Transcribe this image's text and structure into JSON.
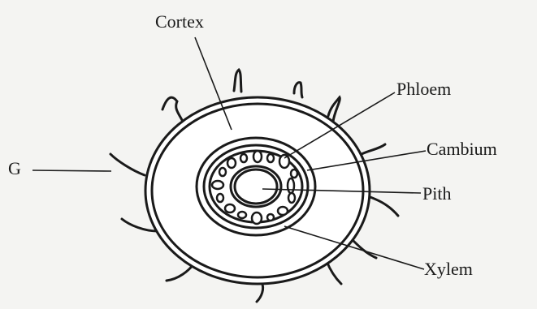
{
  "labels": {
    "cortex": "Cortex",
    "phloem": "Phloem",
    "cambium": "Cambium",
    "pith": "Pith",
    "xylem": "Xylem",
    "g": "G"
  },
  "colors": {
    "ink": "#1a1a1a",
    "background": "#f4f4f2",
    "fill": "#ffffff"
  }
}
